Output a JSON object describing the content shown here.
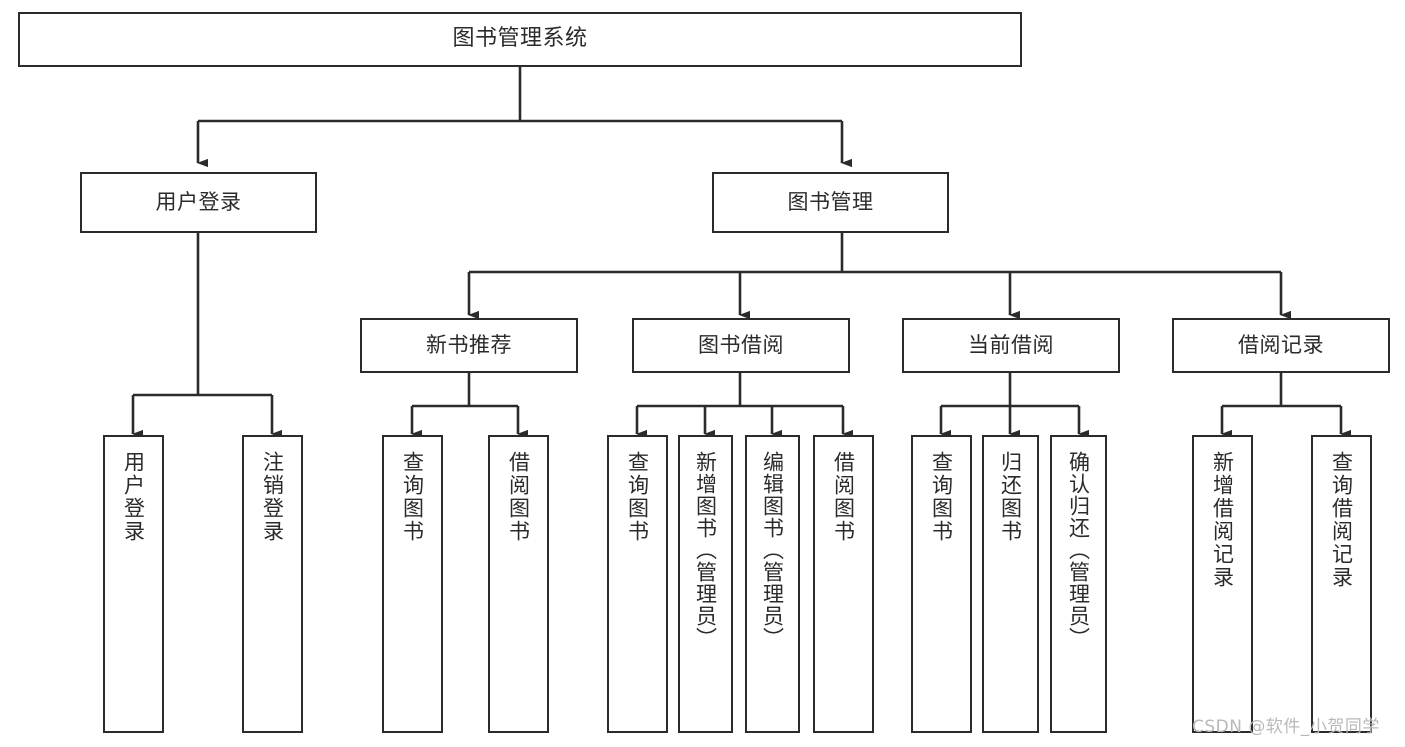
{
  "diagram": {
    "type": "tree",
    "title": "图书管理系统",
    "root": {
      "label": "图书管理系统"
    },
    "level1": [
      {
        "label": "用户登录"
      },
      {
        "label": "图书管理"
      }
    ],
    "level2": [
      {
        "label": "新书推荐",
        "parent": "图书管理"
      },
      {
        "label": "图书借阅",
        "parent": "图书管理"
      },
      {
        "label": "当前借阅",
        "parent": "图书管理"
      },
      {
        "label": "借阅记录",
        "parent": "图书管理"
      }
    ],
    "leaves": [
      {
        "label": "用户登录",
        "parent": "用户登录"
      },
      {
        "label": "注销登录",
        "parent": "用户登录"
      },
      {
        "label": "查询图书",
        "parent": "新书推荐"
      },
      {
        "label": "借阅图书",
        "parent": "新书推荐"
      },
      {
        "label": "查询图书",
        "parent": "图书借阅"
      },
      {
        "label": "新增图书（管理员）",
        "parent": "图书借阅"
      },
      {
        "label": "编辑图书（管理员）",
        "parent": "图书借阅"
      },
      {
        "label": "借阅图书",
        "parent": "图书借阅"
      },
      {
        "label": "查询图书",
        "parent": "当前借阅"
      },
      {
        "label": "归还图书",
        "parent": "当前借阅"
      },
      {
        "label": "确认归还（管理员）",
        "parent": "当前借阅"
      },
      {
        "label": "新增借阅记录",
        "parent": "借阅记录"
      },
      {
        "label": "查询借阅记录",
        "parent": "借阅记录"
      }
    ]
  },
  "watermark": {
    "text": "CSDN @软件_小贺同学"
  },
  "colors": {
    "stroke": "#2b2b2b",
    "background": "#ffffff",
    "watermark": "#b9b9b9"
  }
}
